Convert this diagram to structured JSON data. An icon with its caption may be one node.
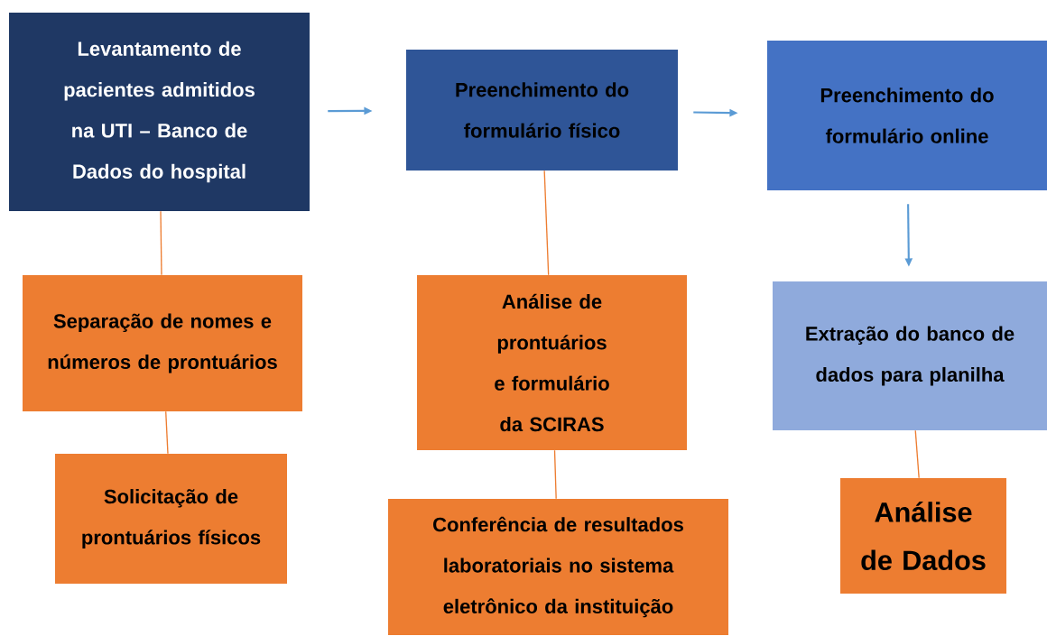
{
  "diagram": {
    "nodes": [
      {
        "text": [
          "Levantamento de pacientes admitidos na UTI – Banco de Dados do hospital"
        ]
      },
      {
        "text": [
          "Preenchimento do formulário físico"
        ]
      },
      {
        "text": [
          "Preenchimento do formulário online"
        ]
      },
      {
        "text": [
          "Separação de nomes e números de prontuários"
        ]
      },
      {
        "text": [
          "Solicitação de prontuários físicos"
        ]
      },
      {
        "text": [
          "Análise de prontuários e formulário da SCIRAS"
        ]
      },
      {
        "text": [
          "Conferência de resultados laboratoriais no sistema eletrônico da instituição"
        ]
      },
      {
        "text": [
          "Extração do banco de dados para planilha"
        ]
      },
      {
        "text": [
          "Análise de Dados"
        ]
      }
    ],
    "edges": [
      {
        "from": 0,
        "to": 1,
        "arrow": "to",
        "color": "#5b9bd5"
      },
      {
        "from": 1,
        "to": 2,
        "arrow": "to",
        "color": "#5b9bd5"
      },
      {
        "from": 2,
        "to": 7,
        "arrow": "to",
        "color": "#5b9bd5"
      },
      {
        "from": 0,
        "to": 3,
        "arrow": "none"
      },
      {
        "from": 3,
        "to": 4,
        "arrow": "none"
      },
      {
        "from": 1,
        "to": 5,
        "arrow": "none"
      },
      {
        "from": 5,
        "to": 6,
        "arrow": "none"
      },
      {
        "from": 7,
        "to": 8,
        "arrow": "none"
      }
    ]
  }
}
